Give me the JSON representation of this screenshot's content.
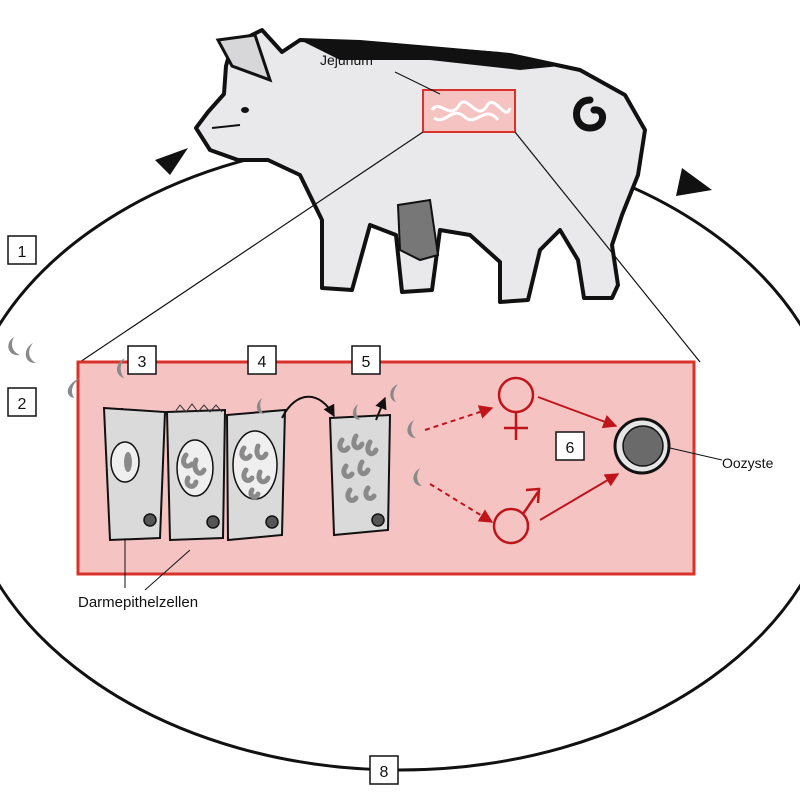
{
  "labels": {
    "jejunum": "Jejunum",
    "epithelial_cells": "Darmepithelzellen",
    "oocyst": "Oozyste"
  },
  "steps": [
    "1",
    "2",
    "3",
    "4",
    "5",
    "6",
    "8"
  ],
  "colors": {
    "inset_fill": "#f6c3c3",
    "inset_border": "#d9322b",
    "arrow_red": "#c0141b",
    "pig_body": "#e9e9ec",
    "outline": "#111111",
    "parasite_gray": "#8a8a8a",
    "oocyst_inner": "#6a6a6a"
  },
  "icons": [
    "female-symbol-icon",
    "male-symbol-icon",
    "cycle-arrow-icon"
  ]
}
